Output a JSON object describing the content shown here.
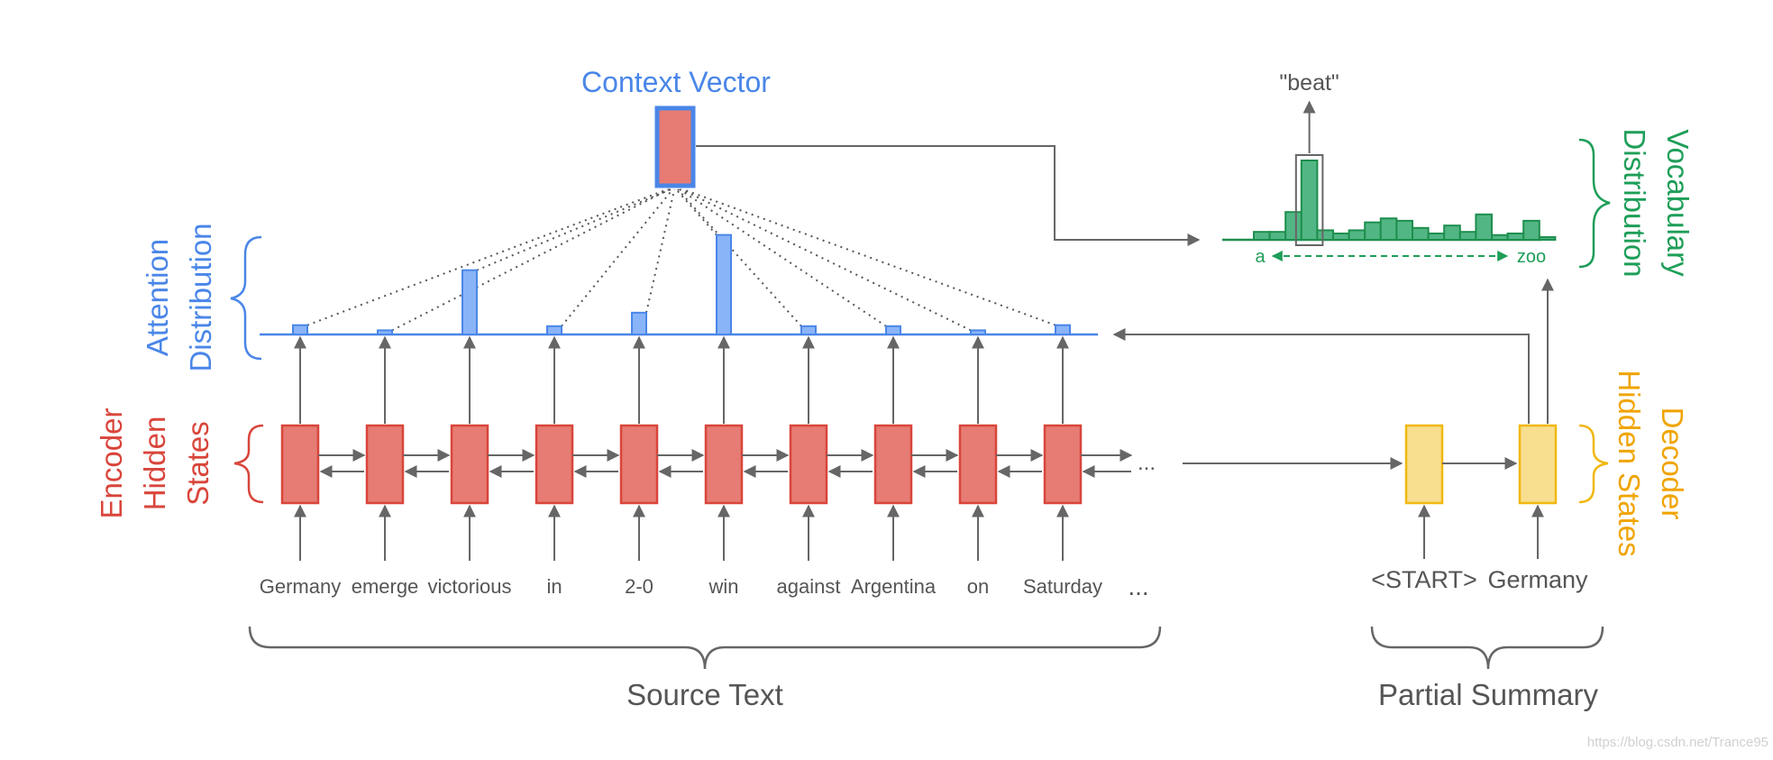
{
  "labels": {
    "context_vector": "Context Vector",
    "attention_distribution": [
      "Attention",
      "Distribution"
    ],
    "encoder_hidden_states": [
      "Encoder",
      "Hidden",
      "States"
    ],
    "vocabulary_distribution": [
      "Vocabulary",
      "Distribution"
    ],
    "decoder_hidden_states": [
      "Decoder",
      "Hidden States"
    ],
    "source_text": "Source Text",
    "partial_summary": "Partial Summary",
    "output_word": "\"beat\"",
    "vocab_start": "a",
    "vocab_end": "zoo",
    "ellipsis_states": "...",
    "ellipsis_words": "...",
    "watermark": "https://blog.csdn.net/Trance95"
  },
  "source_words": [
    "Germany",
    "emerge",
    "victorious",
    "in",
    "2-0",
    "win",
    "against",
    "Argentina",
    "on",
    "Saturday"
  ],
  "summary_words": [
    "<START>",
    "Germany"
  ],
  "attention_weights": [
    0.09,
    0.04,
    0.62,
    0.08,
    0.21,
    0.96,
    0.08,
    0.08,
    0.04,
    0.09
  ],
  "vocab_weights": [
    0.1,
    0.1,
    0.35,
    1.0,
    0.12,
    0.08,
    0.12,
    0.22,
    0.27,
    0.24,
    0.15,
    0.08,
    0.18,
    0.1,
    0.32,
    0.06,
    0.08,
    0.24,
    0.03
  ],
  "vocab_selected_index": 3,
  "colors": {
    "encoder": "#e67c73",
    "decoder": "#f8de8f",
    "attention": "#8ab4f8",
    "vocabulary": "#52b684",
    "encoder_label": "#d9453b",
    "decoder_label": "#f0a400",
    "attention_label": "#4a86e8",
    "vocabulary_label": "#1e9e58",
    "arrow": "#666666"
  }
}
